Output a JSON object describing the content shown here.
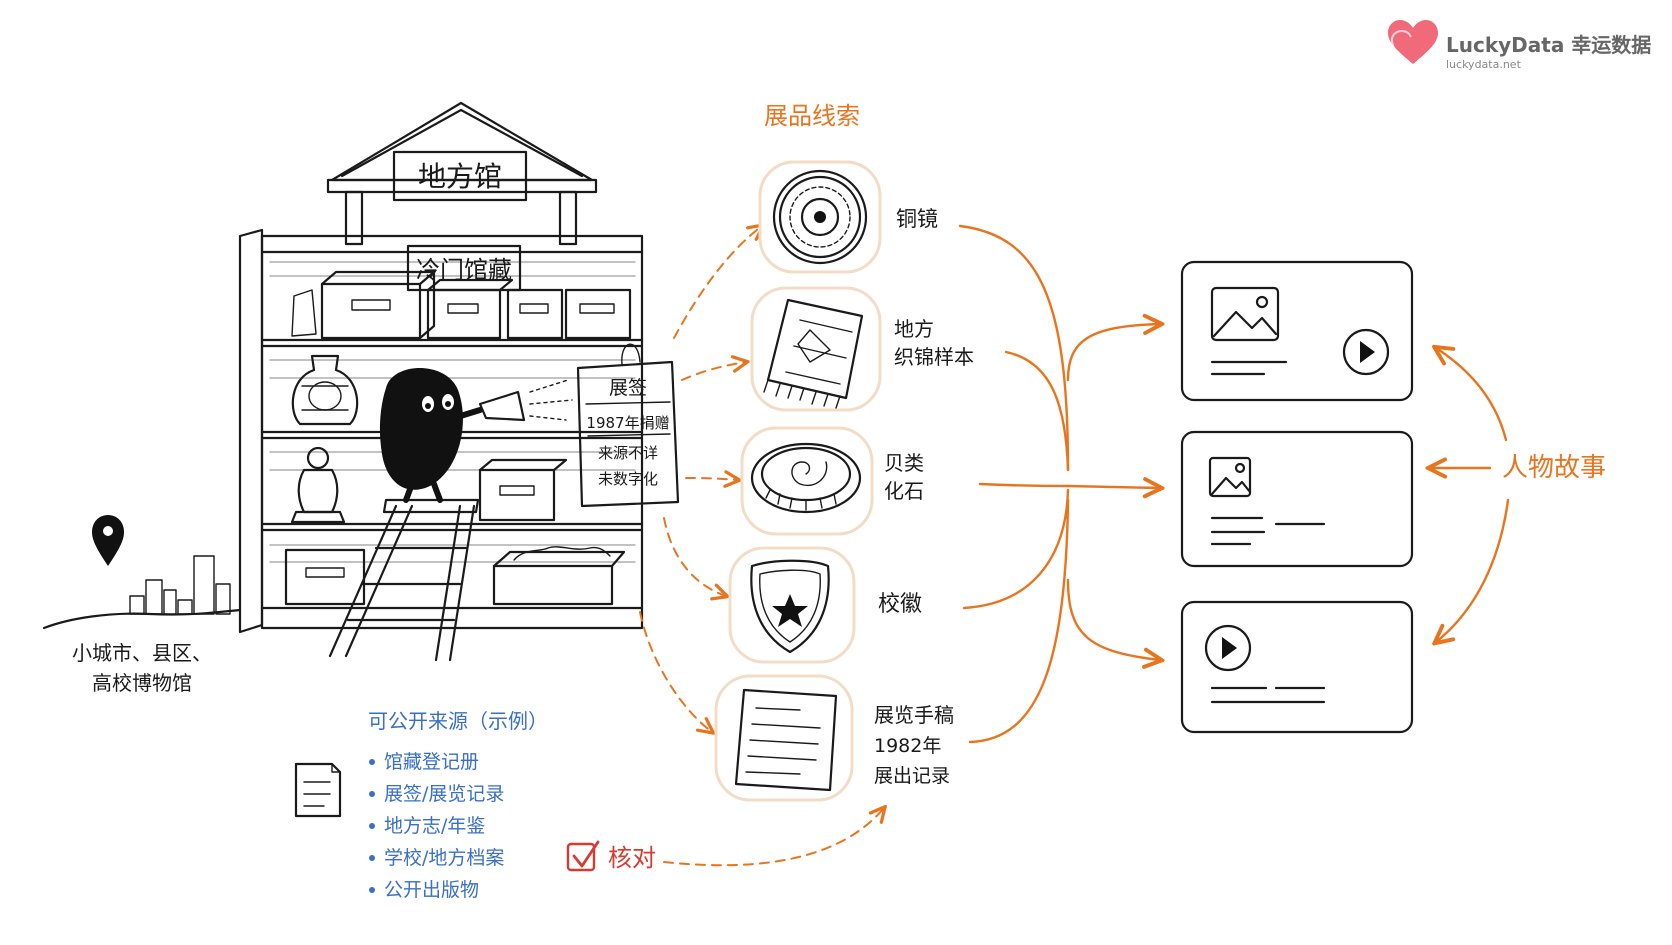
{
  "brand": {
    "name": "LuckyData 幸运数据",
    "url": "luckydata.net",
    "color": "#e94b5b"
  },
  "colors": {
    "accent": "#e8741e",
    "blue": "#3a6fc4",
    "ink": "#1a1a1a",
    "check": "#d83a2f"
  },
  "museum": {
    "roof_sign": "地方馆",
    "shelf_sign": "冷门馆藏",
    "tag": {
      "title": "展签",
      "lines": [
        "1987年捐赠",
        "来源不详",
        "未数字化"
      ]
    }
  },
  "location": {
    "line1": "小城市、县区、",
    "line2": "高校博物馆"
  },
  "clues": {
    "title": "展品线索",
    "items": [
      {
        "icon": "bronze-mirror-icon",
        "lines": [
          "铜镜"
        ]
      },
      {
        "icon": "brocade-sample-icon",
        "lines": [
          "地方",
          "织锦样本"
        ]
      },
      {
        "icon": "shell-fossil-icon",
        "lines": [
          "贝类",
          "化石"
        ]
      },
      {
        "icon": "school-badge-icon",
        "lines": [
          "校徽"
        ]
      },
      {
        "icon": "manuscript-icon",
        "lines": [
          "展览手稿",
          "1982年",
          "展出记录"
        ]
      }
    ]
  },
  "sources": {
    "title": "可公开来源（示例）",
    "items": [
      "馆藏登记册",
      "展签/展览记录",
      "地方志/年鉴",
      "学校/地方档案",
      "公开出版物"
    ]
  },
  "verify": {
    "label": "核对"
  },
  "story": {
    "label": "人物故事"
  }
}
